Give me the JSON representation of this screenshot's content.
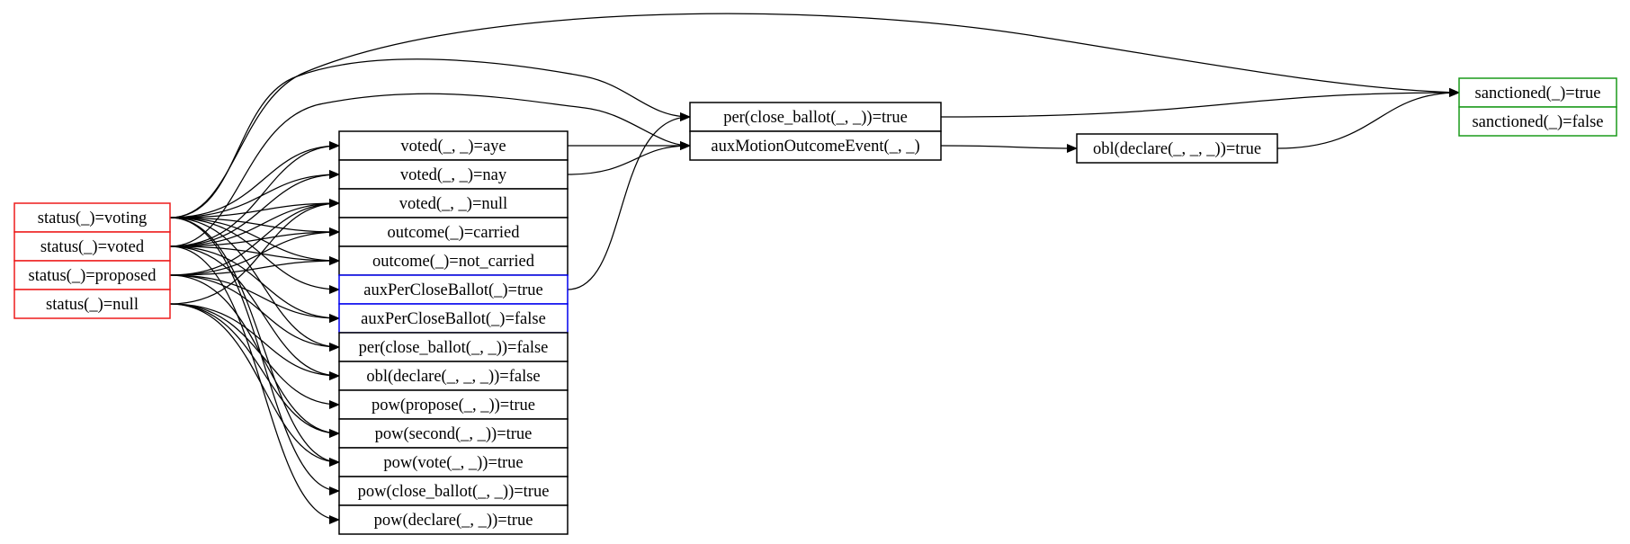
{
  "nodes": {
    "status_voting": {
      "label": "status(_)=voting",
      "color": "#ee1c1c"
    },
    "status_voted": {
      "label": "status(_)=voted",
      "color": "#ee1c1c"
    },
    "status_proposed": {
      "label": "status(_)=proposed",
      "color": "#ee1c1c"
    },
    "status_null": {
      "label": "status(_)=null",
      "color": "#ee1c1c"
    },
    "voted_aye": {
      "label": "voted(_, _)=aye",
      "color": "#000000"
    },
    "voted_nay": {
      "label": "voted(_, _)=nay",
      "color": "#000000"
    },
    "voted_null": {
      "label": "voted(_, _)=null",
      "color": "#000000"
    },
    "outcome_carried": {
      "label": "outcome(_)=carried",
      "color": "#000000"
    },
    "outcome_not_carried": {
      "label": "outcome(_)=not_carried",
      "color": "#000000"
    },
    "aux_true": {
      "label": "auxPerCloseBallot(_)=true",
      "color": "#0000ee"
    },
    "aux_false": {
      "label": "auxPerCloseBallot(_)=false",
      "color": "#0000ee"
    },
    "per_close_false": {
      "label": "per(close_ballot(_, _))=false",
      "color": "#000000"
    },
    "obl_declare_false": {
      "label": "obl(declare(_, _, _))=false",
      "color": "#000000"
    },
    "pow_propose": {
      "label": "pow(propose(_, _))=true",
      "color": "#000000"
    },
    "pow_second": {
      "label": "pow(second(_, _))=true",
      "color": "#000000"
    },
    "pow_vote": {
      "label": "pow(vote(_, _))=true",
      "color": "#000000"
    },
    "pow_close_ballot": {
      "label": "pow(close_ballot(_, _))=true",
      "color": "#000000"
    },
    "pow_declare": {
      "label": "pow(declare(_, _))=true",
      "color": "#000000"
    },
    "per_close_true": {
      "label": "per(close_ballot(_, _))=true",
      "color": "#000000"
    },
    "aux_motion": {
      "label": "auxMotionOutcomeEvent(_, _)",
      "color": "#000000"
    },
    "obl_declare_true": {
      "label": "obl(declare(_, _, _))=true",
      "color": "#000000"
    },
    "sanctioned_true": {
      "label": "sanctioned(_)=true",
      "color": "#1a9a1a"
    },
    "sanctioned_false": {
      "label": "sanctioned(_)=false",
      "color": "#1a9a1a"
    }
  },
  "edges": [
    [
      "status_voting",
      "voted_aye"
    ],
    [
      "status_voting",
      "voted_nay"
    ],
    [
      "status_voting",
      "voted_null"
    ],
    [
      "status_voting",
      "outcome_carried"
    ],
    [
      "status_voting",
      "outcome_not_carried"
    ],
    [
      "status_voting",
      "aux_true"
    ],
    [
      "status_voting",
      "per_close_false"
    ],
    [
      "status_voting",
      "pow_vote"
    ],
    [
      "status_voting",
      "pow_close_ballot"
    ],
    [
      "status_voting",
      "per_close_true"
    ],
    [
      "status_voting",
      "sanctioned_true"
    ],
    [
      "status_voted",
      "voted_aye"
    ],
    [
      "status_voted",
      "voted_nay"
    ],
    [
      "status_voted",
      "voted_null"
    ],
    [
      "status_voted",
      "outcome_carried"
    ],
    [
      "status_voted",
      "outcome_not_carried"
    ],
    [
      "status_voted",
      "aux_false"
    ],
    [
      "status_voted",
      "obl_declare_false"
    ],
    [
      "status_voted",
      "pow_declare"
    ],
    [
      "status_voted",
      "aux_motion"
    ],
    [
      "status_proposed",
      "voted_null"
    ],
    [
      "status_proposed",
      "outcome_carried"
    ],
    [
      "status_proposed",
      "outcome_not_carried"
    ],
    [
      "status_proposed",
      "aux_false"
    ],
    [
      "status_proposed",
      "per_close_false"
    ],
    [
      "status_proposed",
      "pow_second"
    ],
    [
      "status_null",
      "voted_null"
    ],
    [
      "status_null",
      "obl_declare_false"
    ],
    [
      "status_null",
      "pow_propose"
    ],
    [
      "status_null",
      "pow_second"
    ],
    [
      "status_null",
      "pow_vote"
    ],
    [
      "voted_aye",
      "aux_motion"
    ],
    [
      "voted_nay",
      "aux_motion"
    ],
    [
      "aux_true",
      "per_close_true"
    ],
    [
      "per_close_true",
      "sanctioned_true"
    ],
    [
      "aux_motion",
      "obl_declare_true"
    ],
    [
      "obl_declare_true",
      "sanctioned_true"
    ]
  ]
}
